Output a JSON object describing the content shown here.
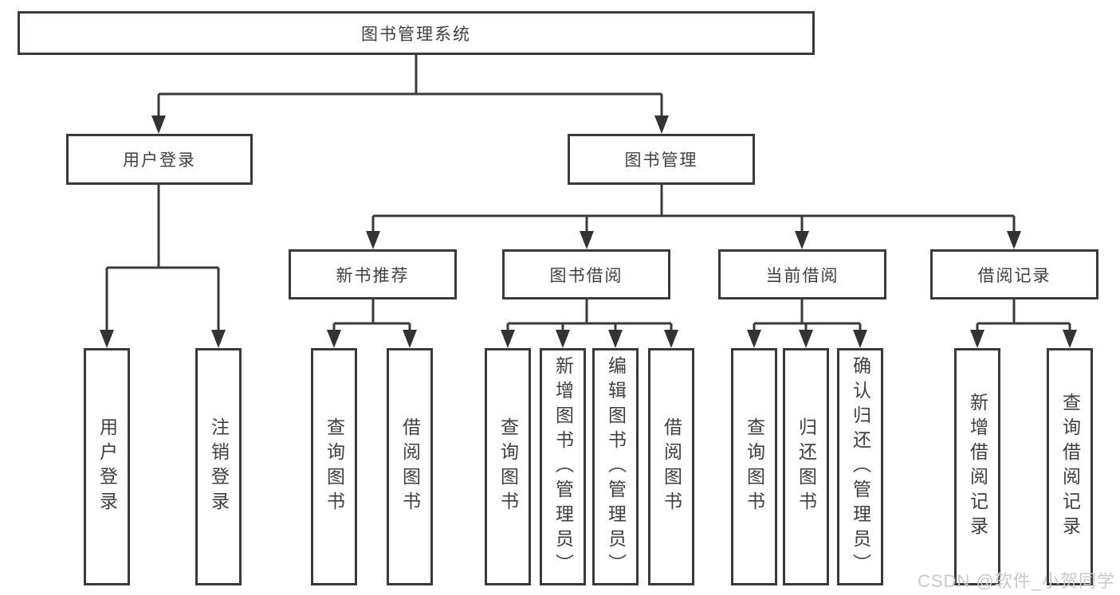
{
  "diagram_title": "图书管理系统",
  "watermark": {
    "text": "CSDN @软件_小贺同学"
  },
  "colors": {
    "line": "#3a3a3a",
    "text": "#3f3f3f",
    "background": "#ffffff",
    "watermark": "#c9c9c9"
  },
  "tree": {
    "label": "图书管理系统",
    "children": [
      {
        "label": "用户登录",
        "children": [
          {
            "label": "用户登录"
          },
          {
            "label": "注销登录"
          }
        ]
      },
      {
        "label": "图书管理",
        "children": [
          {
            "label": "新书推荐",
            "children": [
              {
                "label": "查询图书"
              },
              {
                "label": "借阅图书"
              }
            ]
          },
          {
            "label": "图书借阅",
            "children": [
              {
                "label": "查询图书"
              },
              {
                "label": "新增图书（管理员）"
              },
              {
                "label": "编辑图书（管理员）"
              },
              {
                "label": "借阅图书"
              }
            ]
          },
          {
            "label": "当前借阅",
            "children": [
              {
                "label": "查询图书"
              },
              {
                "label": "归还图书"
              },
              {
                "label": "确认归还（管理员）"
              }
            ]
          },
          {
            "label": "借阅记录",
            "children": [
              {
                "label": "新增借阅记录"
              },
              {
                "label": "查询借阅记录"
              }
            ]
          }
        ]
      }
    ]
  }
}
